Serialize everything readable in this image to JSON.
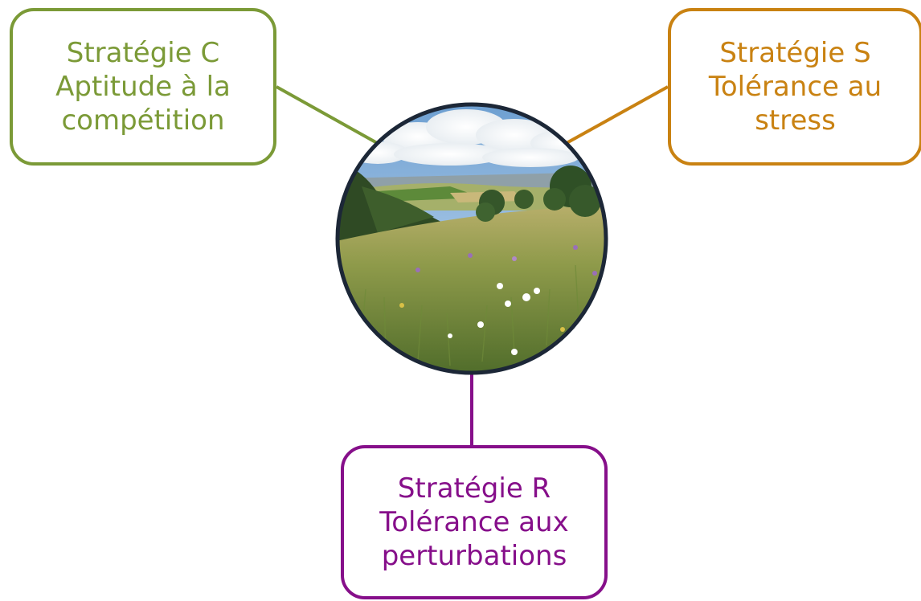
{
  "colors": {
    "strategy_c": "#7b9a37",
    "strategy_s": "#c98212",
    "strategy_r": "#860f8a",
    "circle_border": "#1c2737"
  },
  "strategy_c": {
    "title": "Stratégie C",
    "line1": "Aptitude à la",
    "line2": "compétition"
  },
  "strategy_s": {
    "title": "Stratégie S",
    "line1": "Tolérance au",
    "line2": "stress"
  },
  "strategy_r": {
    "title": "Stratégie R",
    "line1": "Tolérance aux",
    "line2": "perturbations"
  },
  "image": {
    "subject": "meadow-landscape-photo"
  }
}
